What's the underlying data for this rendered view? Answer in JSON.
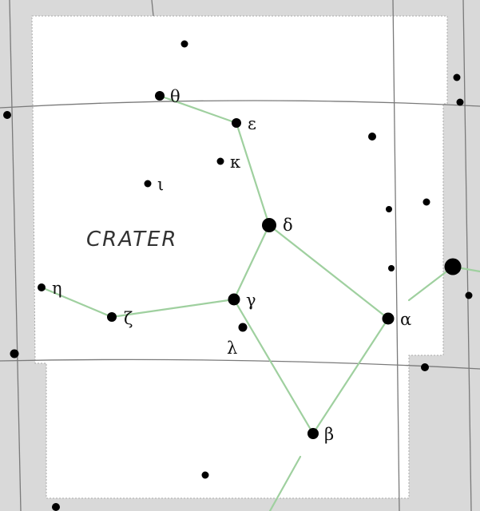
{
  "constellation": {
    "name": "CRATER"
  },
  "colors": {
    "background": "#d9d9d9",
    "boundary_fill": "#ffffff",
    "figure_line": "#9fd09f",
    "grid_line": "#7a7a7a",
    "star": "#000000"
  },
  "stars": [
    {
      "id": "alpha",
      "label": "α"
    },
    {
      "id": "beta",
      "label": "β"
    },
    {
      "id": "gamma",
      "label": "γ"
    },
    {
      "id": "delta",
      "label": "δ"
    },
    {
      "id": "epsilon",
      "label": "ε"
    },
    {
      "id": "zeta",
      "label": "ζ"
    },
    {
      "id": "eta",
      "label": "η"
    },
    {
      "id": "theta",
      "label": "θ"
    },
    {
      "id": "iota",
      "label": "ι"
    },
    {
      "id": "kappa",
      "label": "κ"
    },
    {
      "id": "lambda",
      "label": "λ"
    }
  ]
}
